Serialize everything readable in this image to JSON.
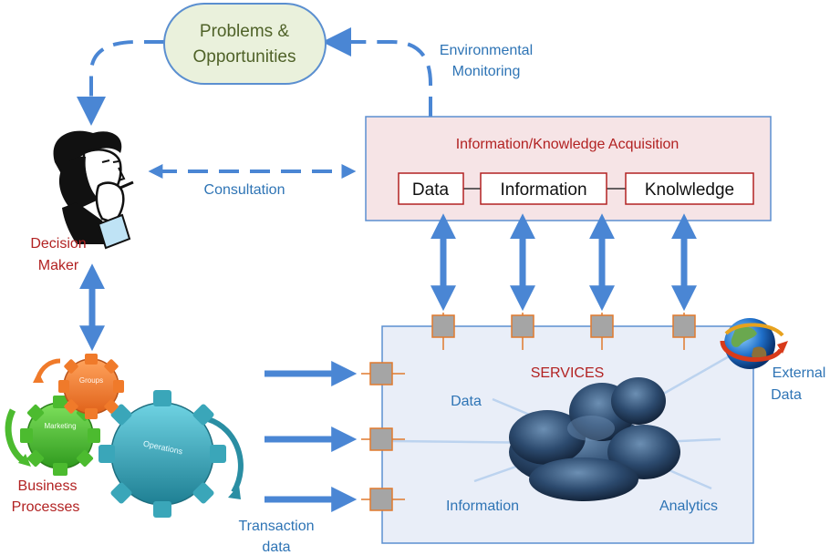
{
  "problems": {
    "line1": "Problems &",
    "line2": "Opportunities"
  },
  "environmental_monitoring": {
    "line1": "Environmental",
    "line2": "Monitoring"
  },
  "acquisition": {
    "title": "Information/Knowledge Acquisition",
    "boxes": [
      "Data",
      "Information",
      "Knolwledge"
    ]
  },
  "consultation": "Consultation",
  "decision_maker": {
    "line1": "Decision",
    "line2": "Maker"
  },
  "services": {
    "title": "SERVICES",
    "data_label": "Data",
    "information_label": "Information",
    "analytics_label": "Analytics"
  },
  "external_data": {
    "line1": "External",
    "line2": "Data"
  },
  "transaction_data": {
    "line1": "Transaction",
    "line2": "data"
  },
  "business_processes": {
    "line1": "Business",
    "line2": "Processes"
  },
  "gears": {
    "top": "Groups",
    "left": "Marketing",
    "right": "Operations"
  },
  "colors": {
    "arrow_blue": "#4a86d4",
    "label_blue": "#2e74b5",
    "title_red": "#b22222",
    "panel_pink": "#f6e4e6",
    "panel_blue": "#e9eef8",
    "connector_gray": "#a5a5a5",
    "connector_orange": "#e07a2e",
    "gear_orange": "#f07a2a",
    "gear_green": "#4cbb2f",
    "gear_teal": "#3aa6b9"
  }
}
